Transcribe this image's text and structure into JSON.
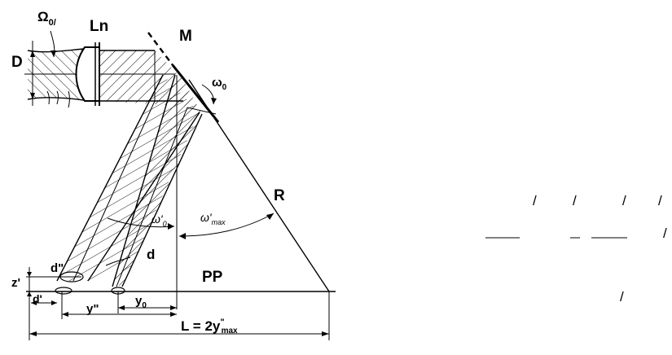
{
  "labels": {
    "omega0_top": "Ω",
    "omega0_top_sub": "0/",
    "lens": "Ln",
    "mirror": "M",
    "aperture": "D",
    "mirror_angle": "ω",
    "mirror_angle_sub": "0",
    "radius": "R",
    "half_field": "ω'",
    "half_field_sub": "0",
    "max_angle": "ω'",
    "max_angle_sub": "max",
    "spot": "d",
    "image_plane": "PP",
    "z_prime": "z'",
    "d_double": "d\"",
    "d_prime": "d'",
    "y_double": "y\"",
    "y_zero": "y",
    "y_zero_sub": "0",
    "length": "L = 2y",
    "length_sup": "\"",
    "length_sub": "max"
  },
  "formula_marks": [
    "/",
    "/",
    "/",
    "/",
    "/",
    "/"
  ]
}
